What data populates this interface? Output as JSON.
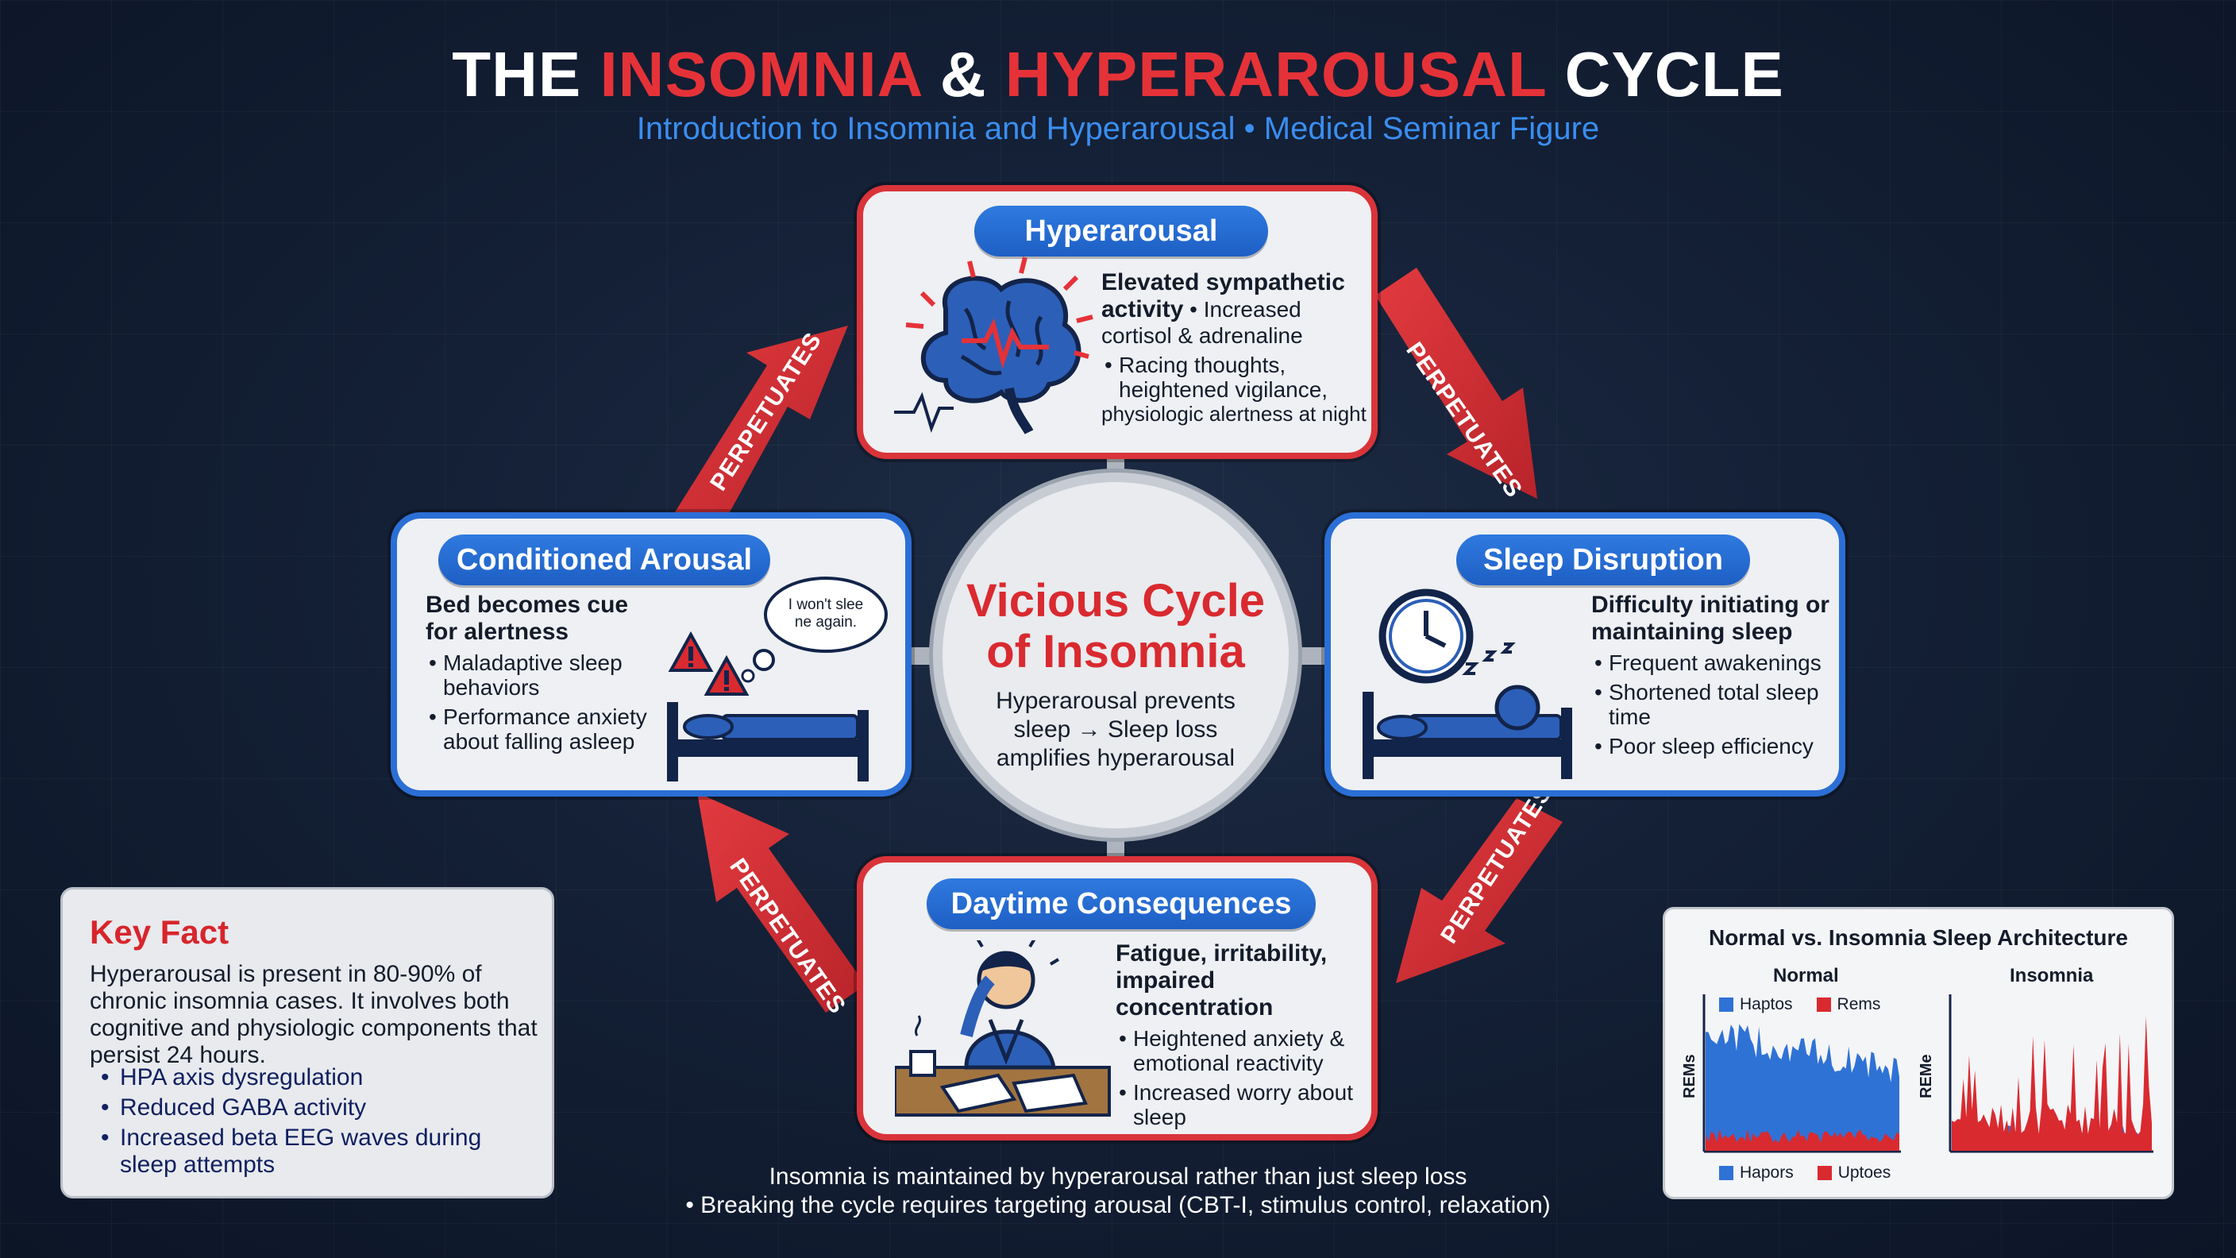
{
  "header": {
    "title_part1": "THE ",
    "title_part2": "INSOMNIA",
    "title_part3": " & ",
    "title_part4": "HYPERAROUSAL",
    "title_part5": " CYCLE",
    "subtitle": "Introduction to Insomnia and Hyperarousal • Medical Seminar Figure"
  },
  "center": {
    "title_line1": "Vicious Cycle",
    "title_line2": "of Insomnia",
    "text": "Hyperarousal prevents sleep → Sleep loss amplifies hyperarousal"
  },
  "arrows": {
    "label_top_right": "PERPETUATES",
    "label_bottom_right": "PERPETUATES",
    "label_bottom_left": "PERPETUATES",
    "label_top_left": "PERPETUATES"
  },
  "cards": {
    "hyperarousal": {
      "title": "Hyperarousal",
      "heading": "Elevated sympathetic activity",
      "heading_tail": " • Increased cortisol & adrenaline",
      "bullets": [
        "Racing thoughts, heightened vigilance,",
        "physiologic alertness at night"
      ]
    },
    "sleep_disruption": {
      "title": "Sleep Disruption",
      "heading": "Difficulty initiating or maintaining sleep",
      "bullets": [
        "Frequent awakenings",
        "Shortened total sleep time",
        "Poor sleep efficiency"
      ]
    },
    "daytime": {
      "title": "Daytime Consequences",
      "heading": "Fatigue, irritability, impaired concentration",
      "bullets": [
        "Heightened anxiety & emotional reactivity",
        "Increased worry about sleep"
      ]
    },
    "conditioned": {
      "title": "Conditioned Arousal",
      "heading": "Bed becomes cue for alertness",
      "bullets": [
        "Maladaptive sleep behaviors",
        "Performance anxiety about falling asleep"
      ],
      "thought_line1": "I won't slee",
      "thought_line2": "ne again."
    }
  },
  "key_fact": {
    "title": "Key Fact",
    "text": "Hyperarousal is present in 80-90% of chronic insomnia cases. It involves both cognitive and physiologic components that persist 24 hours.",
    "bullets": [
      "HPA axis dysregulation",
      "Reduced GABA activity",
      "Increased beta EEG waves during sleep attempts"
    ]
  },
  "sleep_architecture": {
    "title": "Normal vs. Insomnia Sleep Architecture",
    "normal_label": "Normal",
    "insomnia_label": "Insomnia",
    "legend_top_blue": "Haptos",
    "legend_top_red": "Rems",
    "legend_bottom_blue": "Hapors",
    "legend_bottom_red": "Uptoes",
    "y_label_left": "REMs",
    "y_label_right": "REMe",
    "colors": {
      "blue": "#2f72d6",
      "red": "#d92a30"
    }
  },
  "footer": {
    "line1": "Insomnia is maintained by hyperarousal rather than just sleep loss",
    "line2": "• Breaking the cycle requires targeting arousal (CBT-I, stimulus control, relaxation)"
  },
  "colors": {
    "accent_red": "#e53238",
    "accent_blue": "#2b6fd6",
    "subtitle_blue": "#3a8ef0"
  }
}
